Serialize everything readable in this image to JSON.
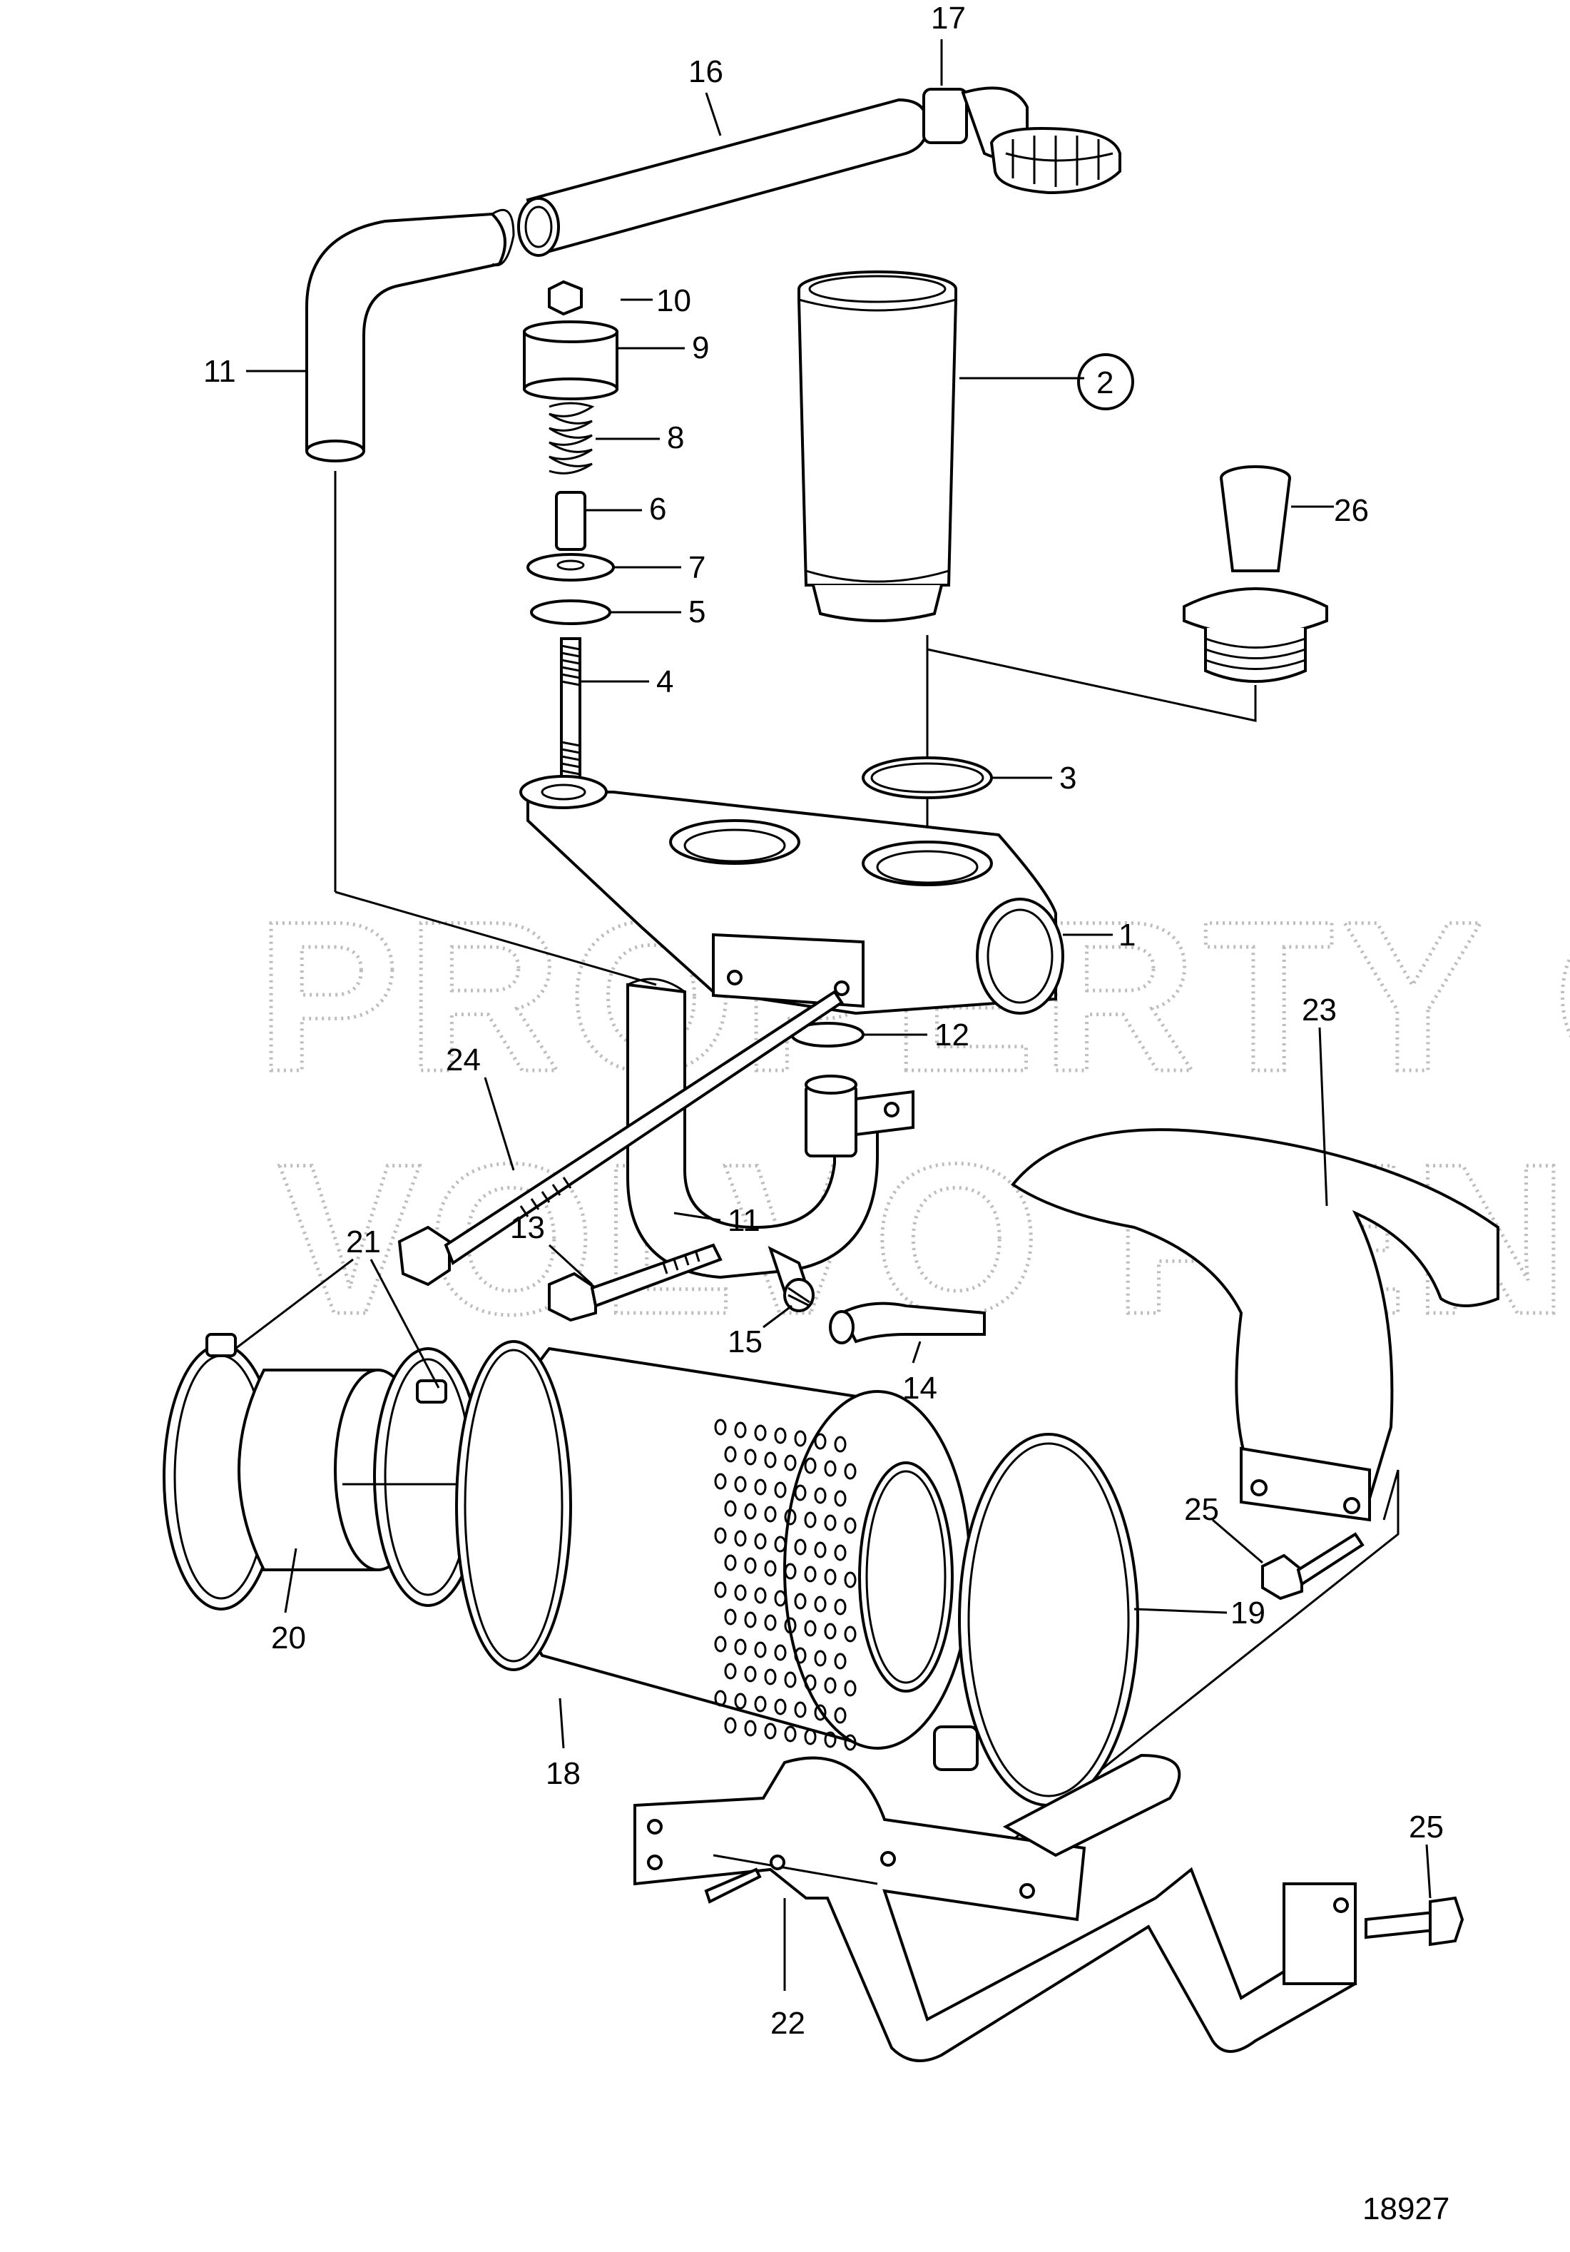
{
  "watermark": {
    "line1": "PROPERTY OF",
    "line2": "VOLVO PENTA"
  },
  "drawing_number": "18927",
  "callouts": [
    {
      "id": "c1",
      "label": "1"
    },
    {
      "id": "c2",
      "label": "2",
      "circled": true
    },
    {
      "id": "c3",
      "label": "3"
    },
    {
      "id": "c4",
      "label": "4"
    },
    {
      "id": "c5",
      "label": "5"
    },
    {
      "id": "c6",
      "label": "6"
    },
    {
      "id": "c7",
      "label": "7"
    },
    {
      "id": "c8",
      "label": "8"
    },
    {
      "id": "c9",
      "label": "9"
    },
    {
      "id": "c10",
      "label": "10"
    },
    {
      "id": "c11a",
      "label": "11"
    },
    {
      "id": "c11b",
      "label": "11"
    },
    {
      "id": "c12",
      "label": "12"
    },
    {
      "id": "c13",
      "label": "13"
    },
    {
      "id": "c14",
      "label": "14"
    },
    {
      "id": "c15",
      "label": "15"
    },
    {
      "id": "c16",
      "label": "16"
    },
    {
      "id": "c17",
      "label": "17"
    },
    {
      "id": "c18",
      "label": "18"
    },
    {
      "id": "c19",
      "label": "19"
    },
    {
      "id": "c20",
      "label": "20"
    },
    {
      "id": "c21",
      "label": "21"
    },
    {
      "id": "c22",
      "label": "22"
    },
    {
      "id": "c23",
      "label": "23"
    },
    {
      "id": "c24",
      "label": "24"
    },
    {
      "id": "c25a",
      "label": "25"
    },
    {
      "id": "c25b",
      "label": "25"
    },
    {
      "id": "c26",
      "label": "26"
    }
  ]
}
